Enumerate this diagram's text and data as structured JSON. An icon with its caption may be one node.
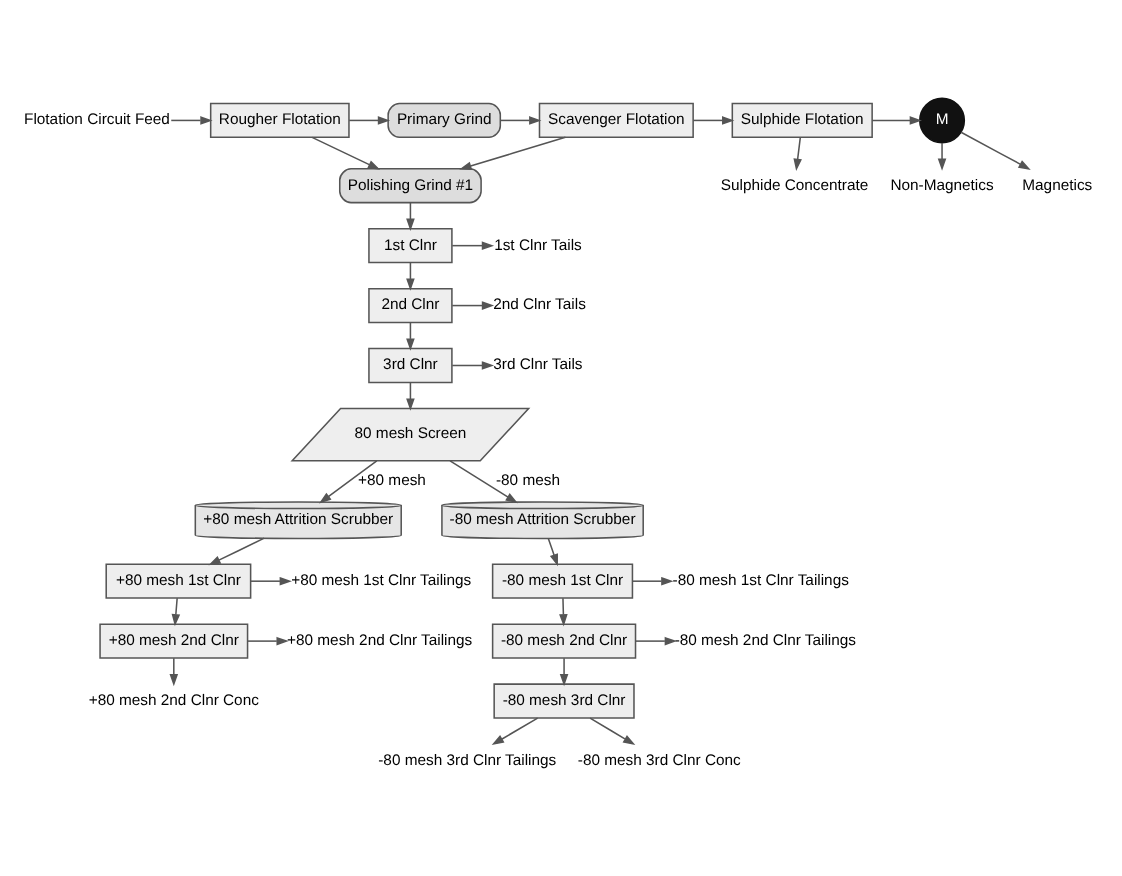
{
  "diagram": {
    "nodes": [
      {
        "text": [
          "Flotation Circuit Feed"
        ]
      },
      {
        "text": [
          "Rougher Flotation"
        ]
      },
      {
        "text": [
          "Primary Grind"
        ]
      },
      {
        "text": [
          "Scavenger Flotation"
        ]
      },
      {
        "text": [
          "Sulphide Flotation"
        ]
      },
      {
        "text": [
          "M"
        ]
      },
      {
        "text": [
          "Sulphide Concentrate"
        ]
      },
      {
        "text": [
          "Non-Magnetics"
        ]
      },
      {
        "text": [
          "Magnetics"
        ]
      },
      {
        "text": [
          "Polishing Grind #1"
        ]
      },
      {
        "text": [
          "1st Clnr"
        ]
      },
      {
        "text": [
          "1st Clnr Tails"
        ]
      },
      {
        "text": [
          "2nd Clnr"
        ]
      },
      {
        "text": [
          "2nd Clnr Tails"
        ]
      },
      {
        "text": [
          "3rd Clnr"
        ]
      },
      {
        "text": [
          "3rd Clnr Tails"
        ]
      },
      {
        "text": [
          "80 mesh Screen"
        ]
      },
      {
        "text": [
          "+80 mesh Attrition Scrubber"
        ]
      },
      {
        "text": [
          "+80 mesh 1st Clnr"
        ]
      },
      {
        "text": [
          "+80 mesh 1st Clnr Tailings"
        ]
      },
      {
        "text": [
          "+80 mesh 2nd Clnr"
        ]
      },
      {
        "text": [
          "+80 mesh 2nd Clnr Tailings"
        ]
      },
      {
        "text": [
          "+80 mesh 2nd Clnr Conc"
        ]
      },
      {
        "text": [
          "-80 mesh Attrition Scrubber"
        ]
      },
      {
        "text": [
          "-80 mesh 1st Clnr"
        ]
      },
      {
        "text": [
          "-80 mesh 1st Clnr Tailings"
        ]
      },
      {
        "text": [
          "-80 mesh 2nd Clnr"
        ]
      },
      {
        "text": [
          "-80 mesh 2nd Clnr Tailings"
        ]
      },
      {
        "text": [
          "-80 mesh 3rd Clnr"
        ]
      },
      {
        "text": [
          "-80 mesh 3rd Clnr Tailings"
        ]
      },
      {
        "text": [
          "-80 mesh 3rd Clnr Conc"
        ]
      }
    ],
    "edges": [
      {
        "from": 0,
        "to": 1,
        "arrow": "to"
      },
      {
        "from": 1,
        "to": 2,
        "arrow": "to"
      },
      {
        "from": 2,
        "to": 3,
        "arrow": "to"
      },
      {
        "from": 3,
        "to": 4,
        "arrow": "to"
      },
      {
        "from": 4,
        "to": 5,
        "arrow": "to"
      },
      {
        "from": 4,
        "to": 6,
        "arrow": "to"
      },
      {
        "from": 5,
        "to": 7,
        "arrow": "to"
      },
      {
        "from": 5,
        "to": 8,
        "arrow": "to"
      },
      {
        "from": 1,
        "to": 9,
        "arrow": "to"
      },
      {
        "from": 3,
        "to": 9,
        "arrow": "to"
      },
      {
        "from": 9,
        "to": 10,
        "arrow": "to"
      },
      {
        "from": 10,
        "to": 11,
        "arrow": "to"
      },
      {
        "from": 10,
        "to": 12,
        "arrow": "to"
      },
      {
        "from": 12,
        "to": 13,
        "arrow": "to"
      },
      {
        "from": 12,
        "to": 14,
        "arrow": "to"
      },
      {
        "from": 14,
        "to": 15,
        "arrow": "to"
      },
      {
        "from": 14,
        "to": 16,
        "arrow": "to"
      },
      {
        "from": 16,
        "to": 17,
        "label": "+80 mesh",
        "arrow": "to"
      },
      {
        "from": 16,
        "to": 23,
        "label": "-80 mesh",
        "arrow": "to"
      },
      {
        "from": 17,
        "to": 18,
        "arrow": "to"
      },
      {
        "from": 18,
        "to": 19,
        "arrow": "to"
      },
      {
        "from": 18,
        "to": 20,
        "arrow": "to"
      },
      {
        "from": 20,
        "to": 21,
        "arrow": "to"
      },
      {
        "from": 20,
        "to": 22,
        "arrow": "to"
      },
      {
        "from": 23,
        "to": 24,
        "arrow": "to"
      },
      {
        "from": 24,
        "to": 25,
        "arrow": "to"
      },
      {
        "from": 24,
        "to": 26,
        "arrow": "to"
      },
      {
        "from": 26,
        "to": 27,
        "arrow": "to"
      },
      {
        "from": 26,
        "to": 28,
        "arrow": "to"
      },
      {
        "from": 28,
        "to": 29,
        "arrow": "to"
      },
      {
        "from": 28,
        "to": 30,
        "arrow": "to"
      }
    ]
  }
}
